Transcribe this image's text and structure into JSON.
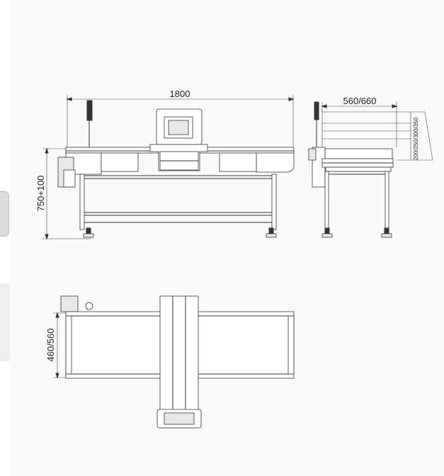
{
  "dimensions": {
    "length": "1800",
    "width_top": "560/660",
    "height": "750+100",
    "aperture_heights": "200/250/300/350",
    "belt_width": "460/560"
  },
  "colors": {
    "line": "#333333",
    "background": "#f9f9f9"
  }
}
